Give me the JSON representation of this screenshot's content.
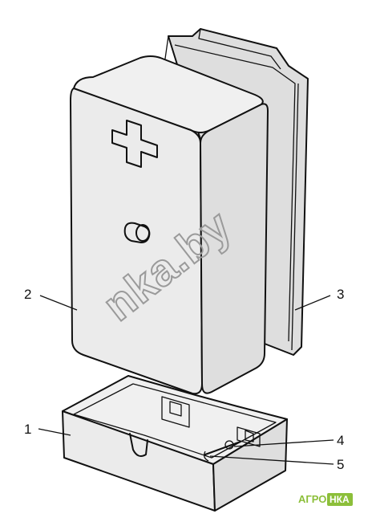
{
  "callouts": [
    {
      "id": "1",
      "label": "1"
    },
    {
      "id": "2",
      "label": "2"
    },
    {
      "id": "3",
      "label": "3"
    },
    {
      "id": "4",
      "label": "4"
    },
    {
      "id": "5",
      "label": "5"
    }
  ],
  "watermark": {
    "text": "nka.by"
  },
  "brand": {
    "text_left": "АГРО",
    "text_right": "НКА"
  }
}
